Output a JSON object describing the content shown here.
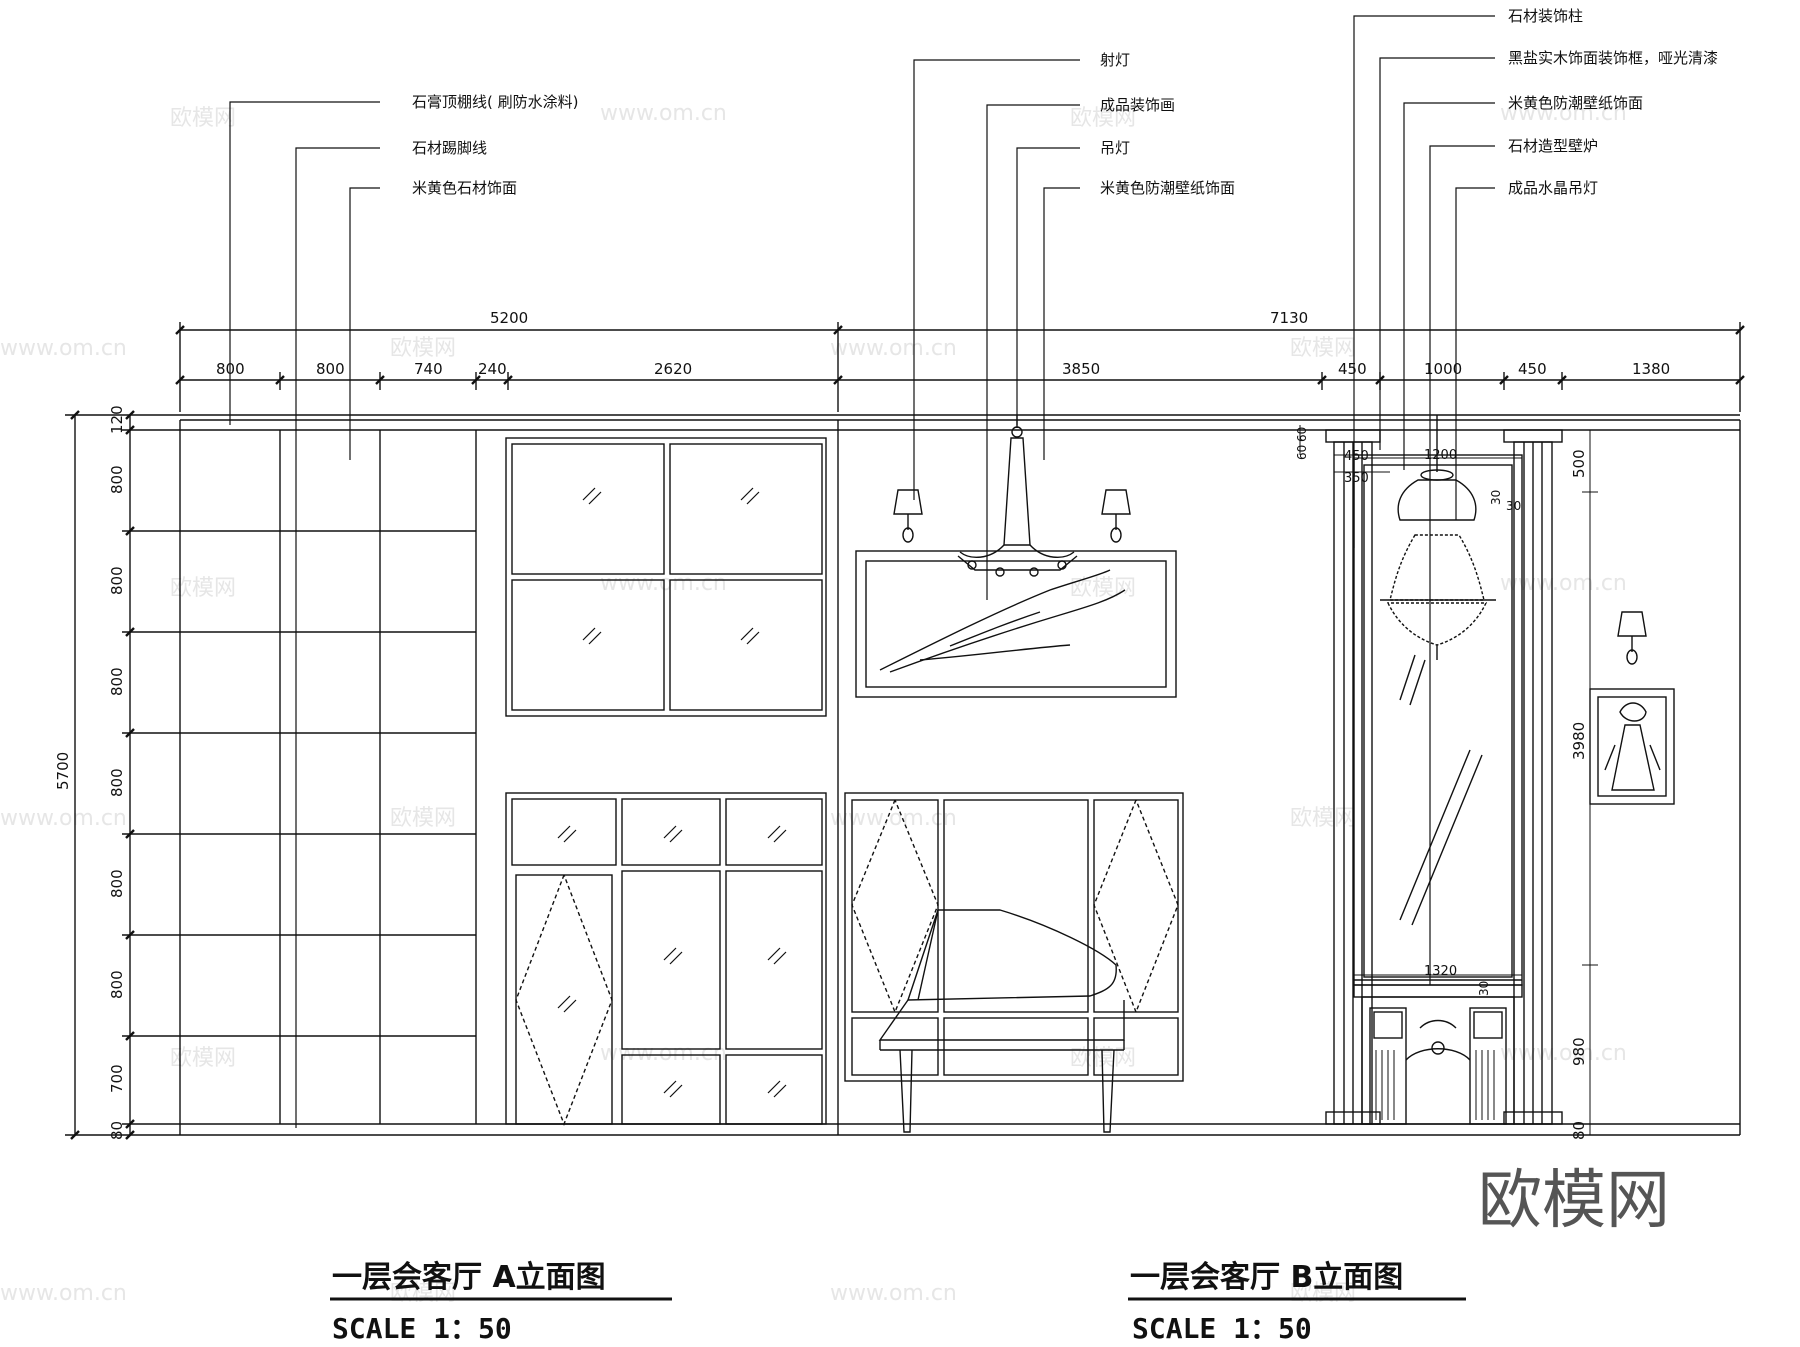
{
  "elevation_a": {
    "title": "一层会客厅 A立面图",
    "scale": "SCALE 1：50",
    "dims_top_total": "5200",
    "dims_top": [
      "800",
      "800",
      "740",
      "240",
      "2620"
    ],
    "dims_left_total": "5700",
    "dims_left": [
      "120",
      "800",
      "800",
      "800",
      "800",
      "800",
      "800",
      "700",
      "80"
    ],
    "callouts": [
      "石膏顶棚线( 刷防水涂料)",
      "石材踢脚线",
      "米黄色石材饰面"
    ]
  },
  "elevation_b": {
    "title": "一层会客厅 B立面图",
    "scale": "SCALE 1：50",
    "dims_top_total": "7130",
    "dims_top": [
      "3850",
      "450",
      "1000",
      "450",
      "1380"
    ],
    "dims_inner": [
      "60",
      "60",
      "450",
      "350",
      "1200",
      "30",
      "30",
      "1320",
      "30"
    ],
    "dims_right": [
      "500",
      "3980",
      "980",
      "80"
    ],
    "callouts_mid": [
      "射灯",
      "成品装饰画",
      "吊灯",
      "米黄色防潮壁纸饰面"
    ],
    "callouts_right": [
      "石材装饰柱",
      "黑盐实木饰面装饰框，哑光清漆",
      "米黄色防潮壁纸饰面",
      "石材造型壁炉",
      "成品水晶吊灯"
    ]
  },
  "watermark": {
    "logo_text": "欧模网",
    "url_text": "www.om.cn"
  }
}
